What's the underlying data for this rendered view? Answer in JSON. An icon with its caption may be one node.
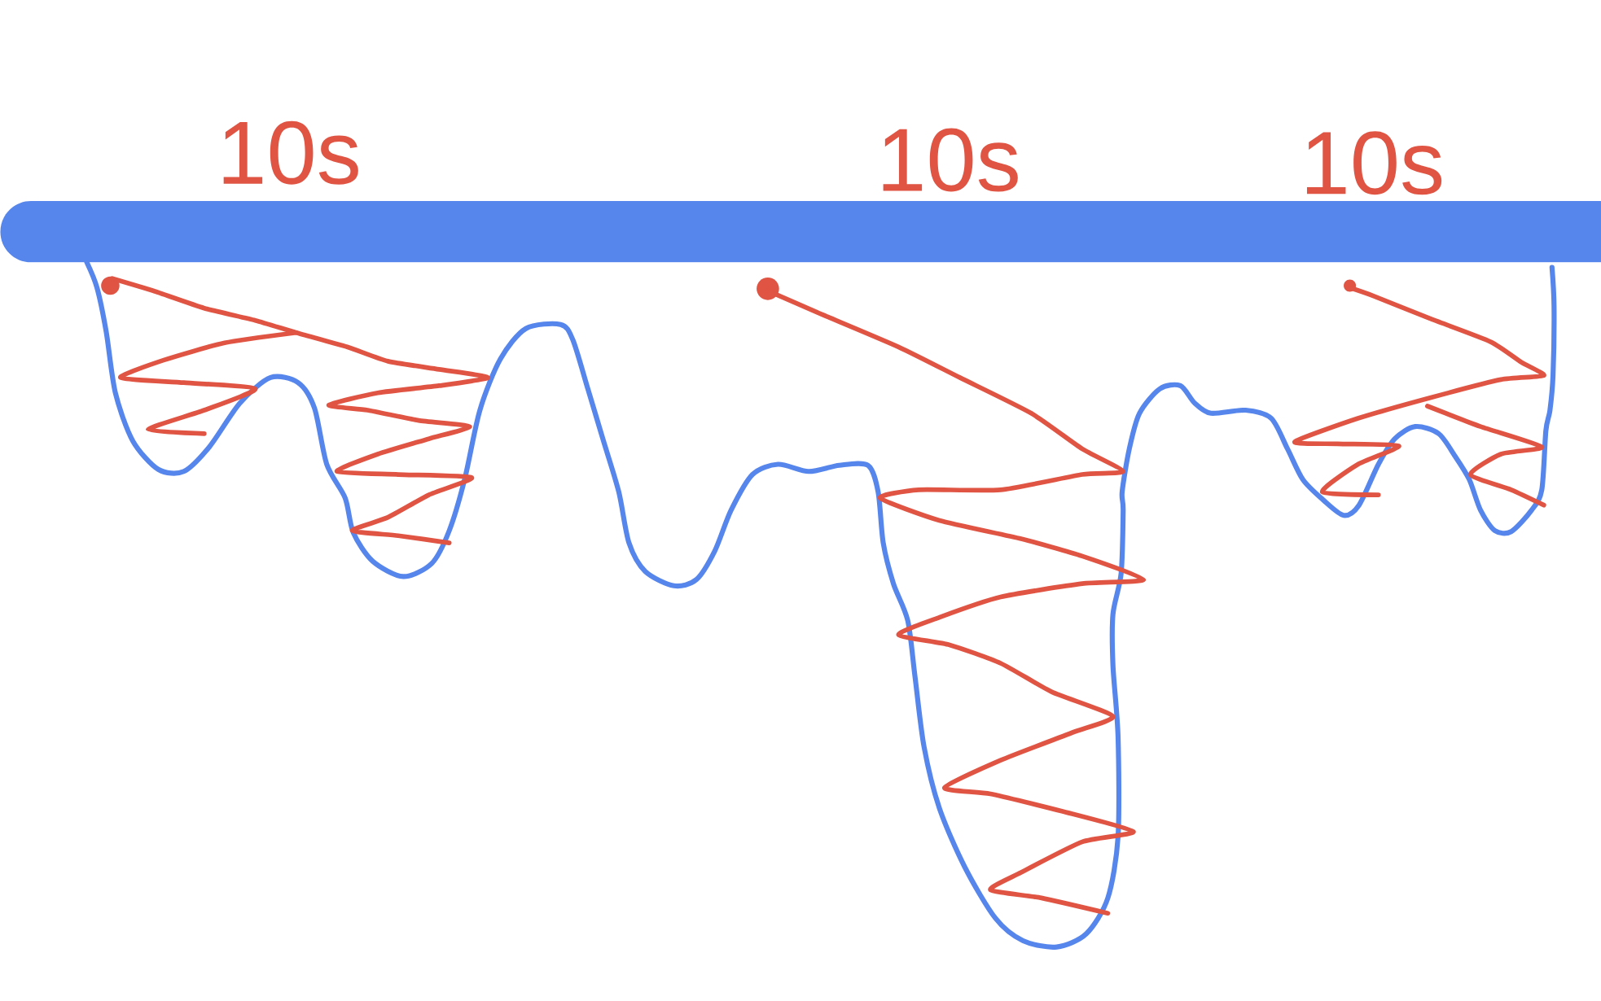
{
  "diagram": {
    "nodes": [
      {
        "text": [],
        "shape": "bar"
      }
    ],
    "labels": [
      "10s",
      "10s",
      "10s"
    ]
  }
}
